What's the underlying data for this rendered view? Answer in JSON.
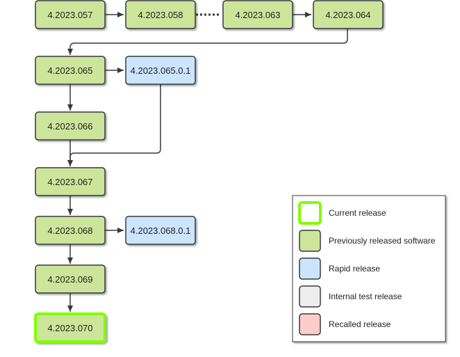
{
  "colors": {
    "previous_fill": "#cde59a",
    "previous_stroke": "#36393d",
    "rapid_fill": "#cce5ff",
    "internal_fill": "#eeeeee",
    "recalled_fill": "#ffcccc",
    "current_stroke": "#7fff00",
    "edge": "#36393d"
  },
  "nodes": {
    "v057": "4.2023.057",
    "v058": "4.2023.058",
    "v063": "4.2023.063",
    "v064": "4.2023.064",
    "v065": "4.2023.065",
    "v065r": "4.2023.065.0.1",
    "v066": "4.2023.066",
    "v067": "4.2023.067",
    "v068": "4.2023.068",
    "v068r": "4.2023.068.0.1",
    "v069": "4.2023.069",
    "v070": "4.2023.070"
  },
  "legend": {
    "current": "Current release",
    "previous": "Previously released software",
    "rapid": "Rapid release",
    "internal": "Internal test release",
    "recalled": "Recalled release"
  }
}
